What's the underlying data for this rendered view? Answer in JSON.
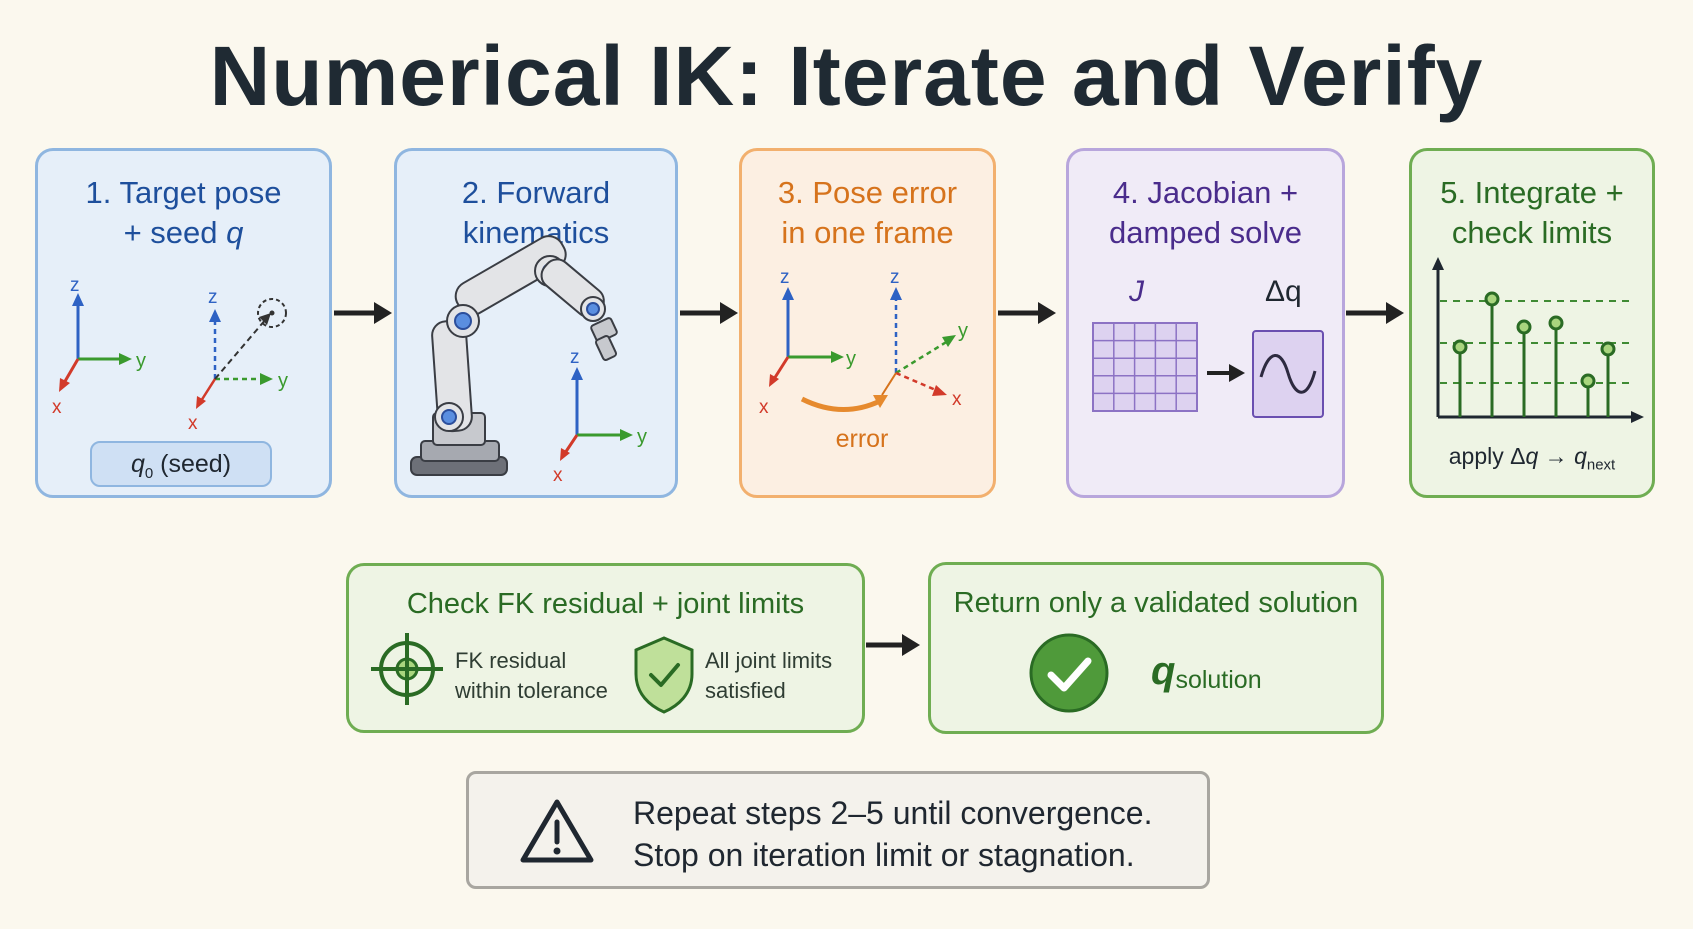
{
  "title": "Numerical IK: Iterate and Verify",
  "steps": [
    {
      "line1": "1. Target pose",
      "line2_text": "+ seed ",
      "line2_var": "q"
    },
    {
      "line1": "2. Forward",
      "line2": "kinematics"
    },
    {
      "line1": "3. Pose error",
      "line2": "in one frame"
    },
    {
      "line1": "4. Jacobian +",
      "line2": "damped solve"
    },
    {
      "line1": "5. Integrate +",
      "line2": "check limits"
    }
  ],
  "step1": {
    "seed_var": "q",
    "seed_sub": "0",
    "seed_text": " (seed)"
  },
  "step3": {
    "error_label": "error"
  },
  "step4": {
    "jacobian_label": "J",
    "dq_label": "Δq"
  },
  "step5": {
    "apply_text": "apply Δ",
    "apply_var": "q",
    "arrow": " → ",
    "next_var": "q",
    "next_sub": "next"
  },
  "axes": {
    "x": "x",
    "y": "y",
    "z": "z"
  },
  "check": {
    "title": "Check FK residual + joint limits",
    "fk_line1": "FK residual",
    "fk_line2": "within tolerance",
    "jl_line1": "All joint limits",
    "jl_line2": "satisfied"
  },
  "result": {
    "title": "Return only a validated solution",
    "var": "q",
    "sub": "solution"
  },
  "warning": {
    "line1": "Repeat steps 2–5 until convergence.",
    "line2": "Stop on iteration limit or stagnation."
  },
  "colors": {
    "background": "#fbf8ee",
    "blue": "#1e4f9c",
    "orange": "#d6731c",
    "purple": "#4a2c8c",
    "green": "#2a6b24",
    "axis_x": "#d23a2a",
    "axis_y": "#3a9a2e",
    "axis_z": "#2e62c4"
  },
  "icons": [
    "right-arrow-icon",
    "robot-arm-icon",
    "target-icon",
    "shield-check-icon",
    "check-circle-icon",
    "warning-icon",
    "sine-wave-icon"
  ]
}
